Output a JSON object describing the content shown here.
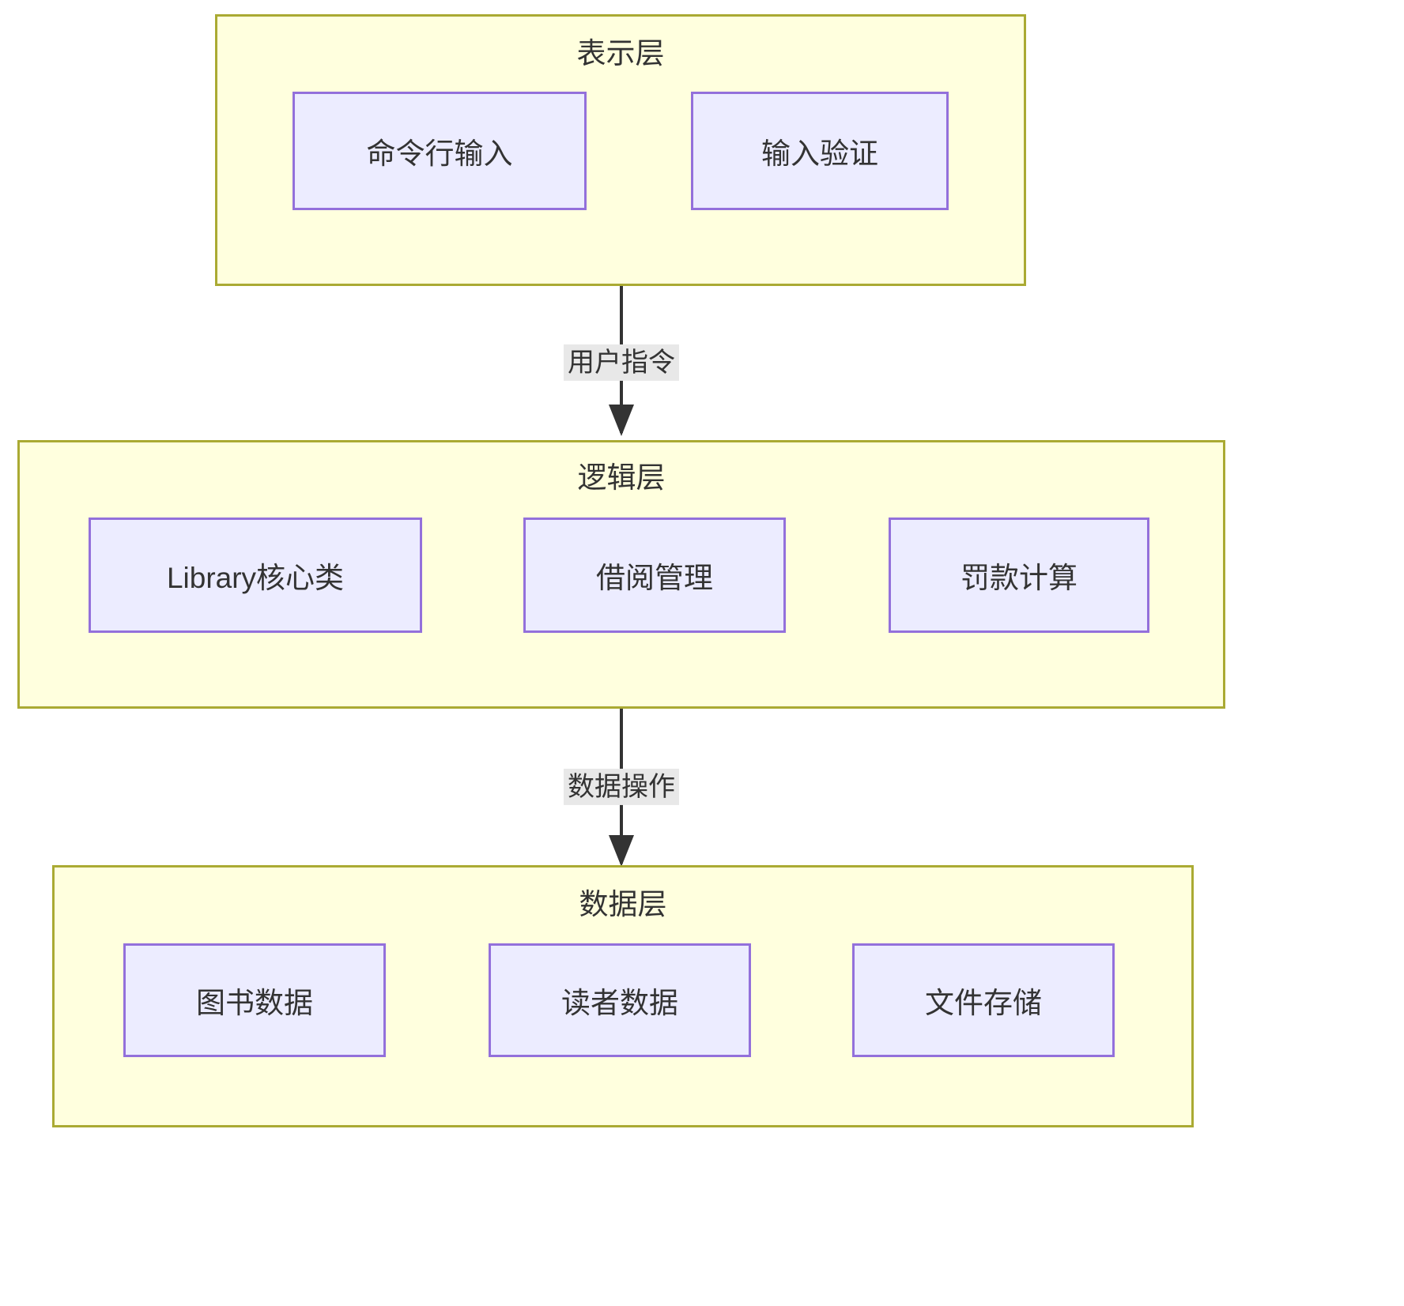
{
  "diagram": {
    "type": "layered-architecture-flowchart",
    "direction": "top-down",
    "background": "#ffffff",
    "colors": {
      "layer_fill": "#ffffde",
      "layer_border": "#aaaa33",
      "node_fill": "#ececff",
      "node_border": "#9370db",
      "edge_stroke": "#333333",
      "edge_label_bg": "#e8e8e8",
      "text": "#333333"
    },
    "layers": [
      {
        "id": "presentation",
        "title": "表示层",
        "nodes": [
          {
            "id": "cli-input",
            "label": "命令行输入"
          },
          {
            "id": "input-validation",
            "label": "输入验证"
          }
        ]
      },
      {
        "id": "logic",
        "title": "逻辑层",
        "nodes": [
          {
            "id": "library-core",
            "label": "Library核心类"
          },
          {
            "id": "borrow-management",
            "label": "借阅管理"
          },
          {
            "id": "fine-calculation",
            "label": "罚款计算"
          }
        ]
      },
      {
        "id": "data",
        "title": "数据层",
        "nodes": [
          {
            "id": "book-data",
            "label": "图书数据"
          },
          {
            "id": "reader-data",
            "label": "读者数据"
          },
          {
            "id": "file-storage",
            "label": "文件存储"
          }
        ]
      }
    ],
    "edges": [
      {
        "id": "edge-presentation-logic",
        "from": "presentation",
        "to": "logic",
        "label": "用户指令"
      },
      {
        "id": "edge-logic-data",
        "from": "logic",
        "to": "data",
        "label": "数据操作"
      }
    ]
  }
}
